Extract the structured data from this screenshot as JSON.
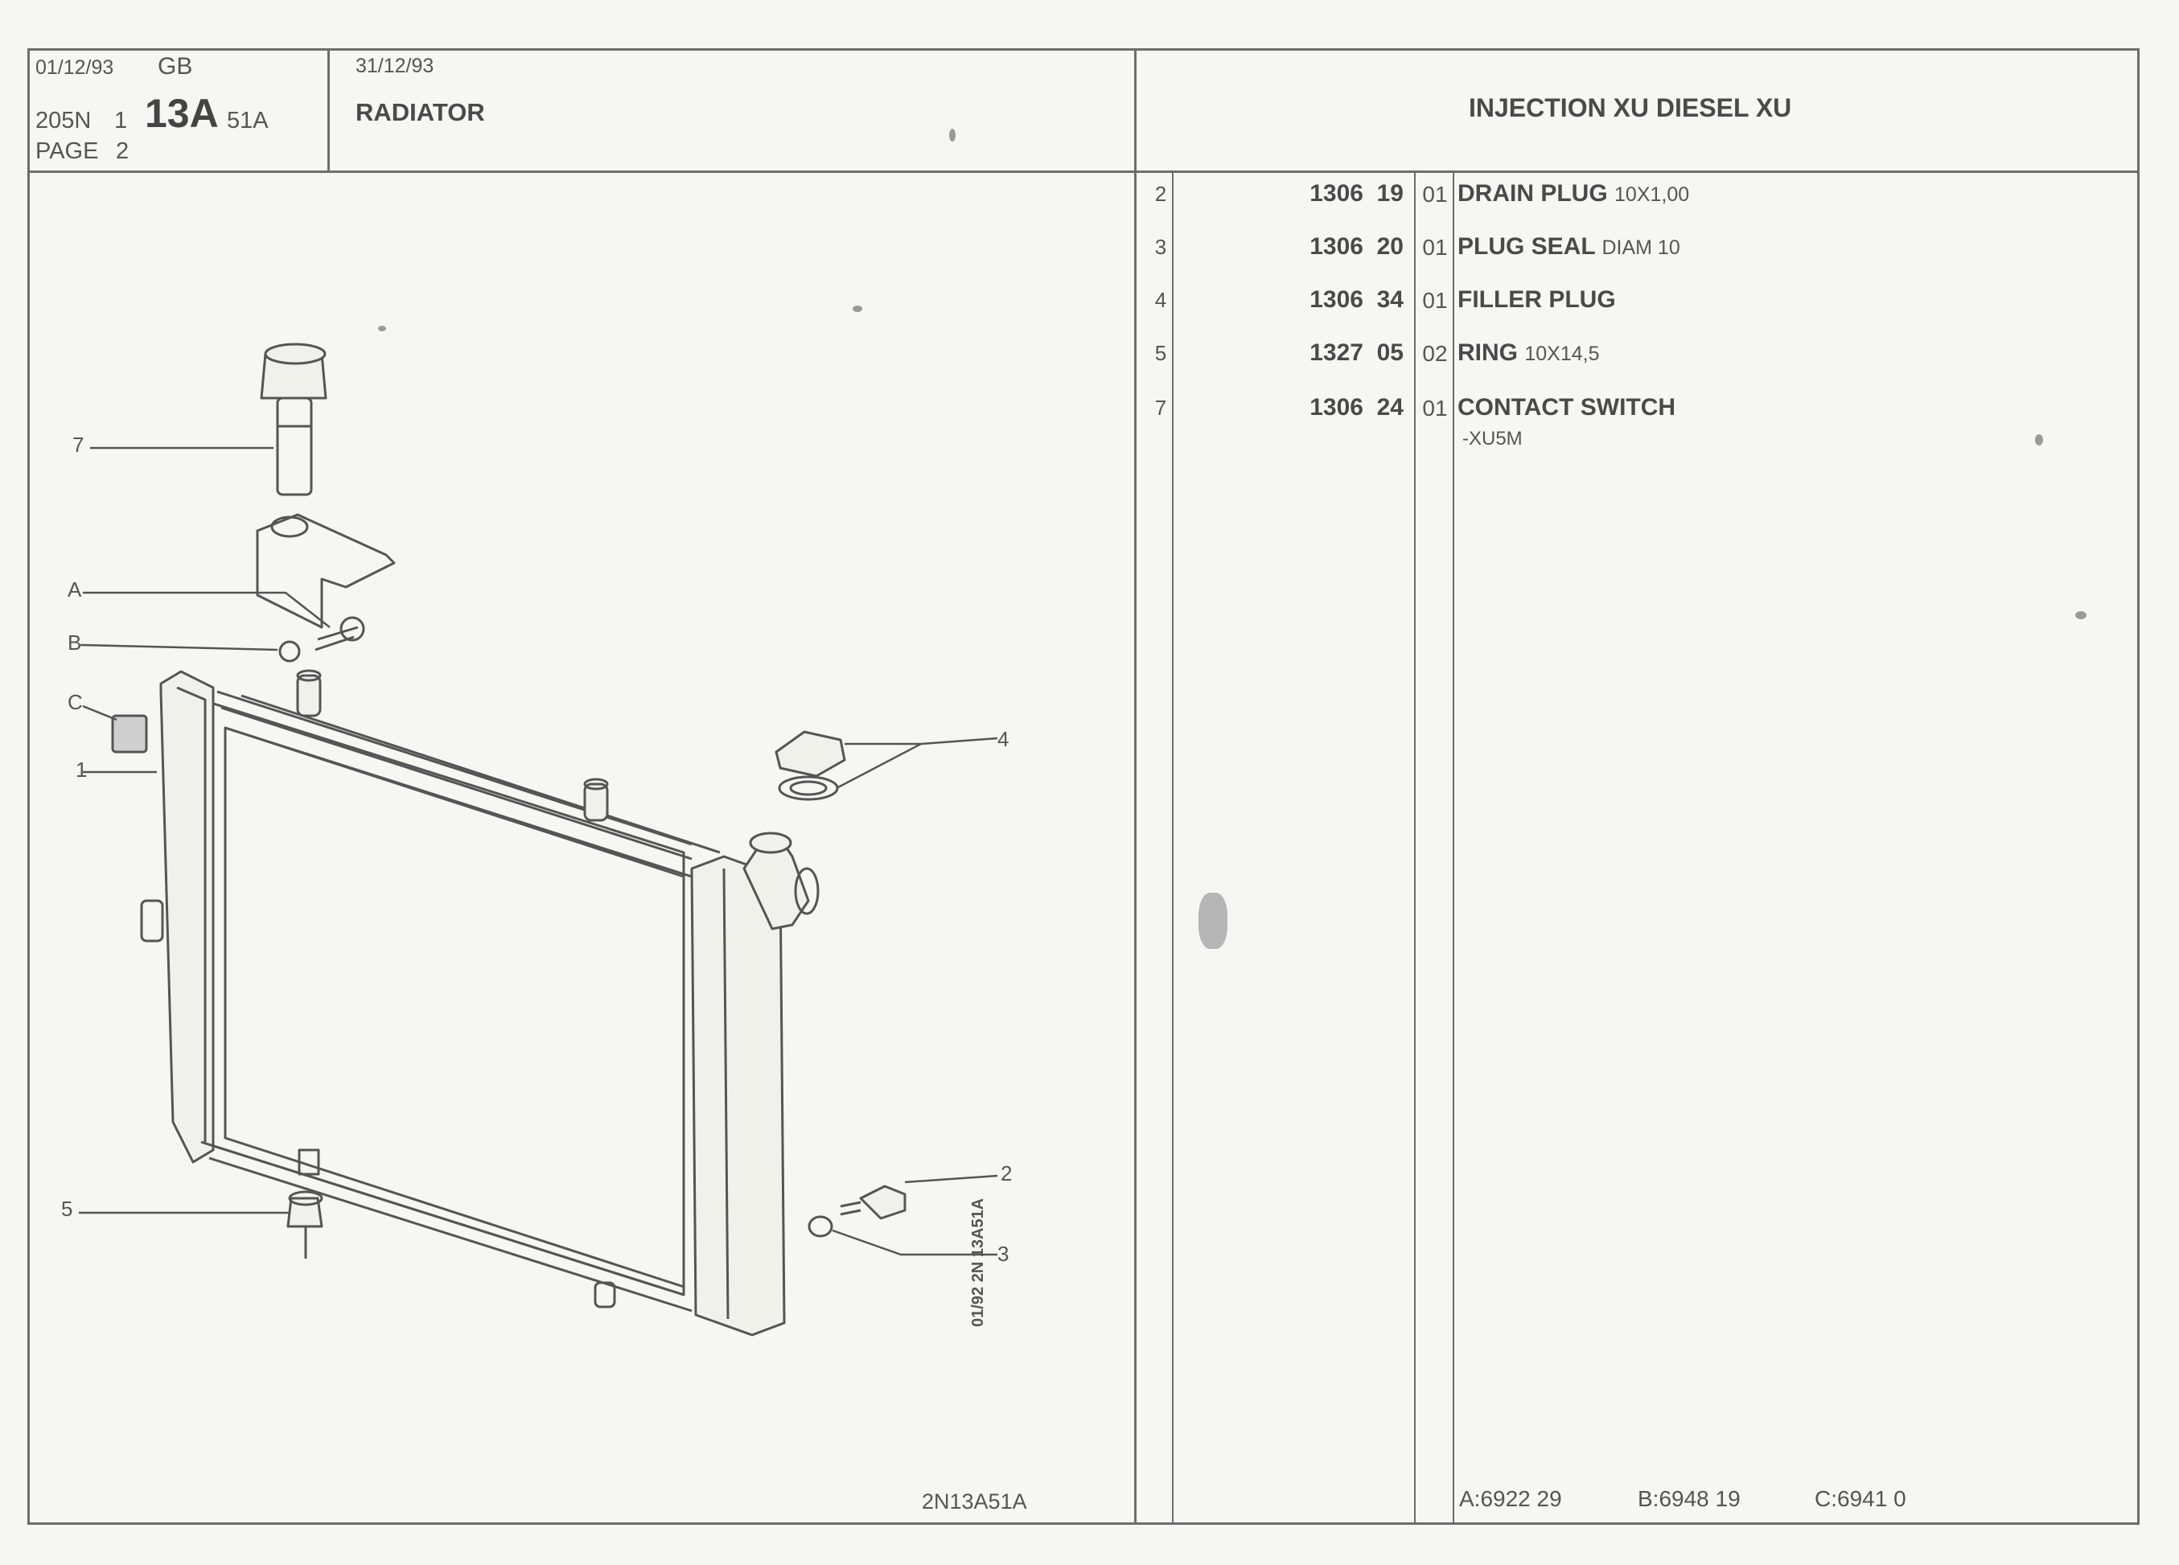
{
  "header": {
    "left": {
      "date": "01/12/93",
      "lang": "GB",
      "model": "205N",
      "model_num": "1",
      "group": "13A",
      "sub": "51A",
      "page": "PAGE",
      "page_num": "2"
    },
    "mid": {
      "date": "31/12/93",
      "title": "RADIATOR"
    },
    "right": {
      "title": "INJECTION XU DIESEL XU"
    }
  },
  "diagram": {
    "callouts": [
      "7",
      "A",
      "B",
      "C",
      "1",
      "4",
      "2",
      "3",
      "5"
    ],
    "stamp": "01/92  2N 13A51A",
    "ref": "2N13A51A"
  },
  "parts": [
    {
      "num": "2",
      "ref_a": "1306",
      "ref_b": "19",
      "ind": "01",
      "desc": "DRAIN PLUG",
      "spec": "10X1,00",
      "sub": ""
    },
    {
      "num": "3",
      "ref_a": "1306",
      "ref_b": "20",
      "ind": "01",
      "desc": "PLUG SEAL",
      "spec": "DIAM 10",
      "sub": ""
    },
    {
      "num": "4",
      "ref_a": "1306",
      "ref_b": "34",
      "ind": "01",
      "desc": "FILLER PLUG",
      "spec": "",
      "sub": ""
    },
    {
      "num": "5",
      "ref_a": "1327",
      "ref_b": "05",
      "ind": "02",
      "desc": "RING",
      "spec": "10X14,5",
      "sub": ""
    },
    {
      "num": "7",
      "ref_a": "1306",
      "ref_b": "24",
      "ind": "01",
      "desc": "CONTACT SWITCH",
      "spec": "",
      "sub": "-XU5M"
    }
  ],
  "footer": {
    "a": "A:6922  29",
    "b": "B:6948  19",
    "c": "C:6941  0"
  }
}
